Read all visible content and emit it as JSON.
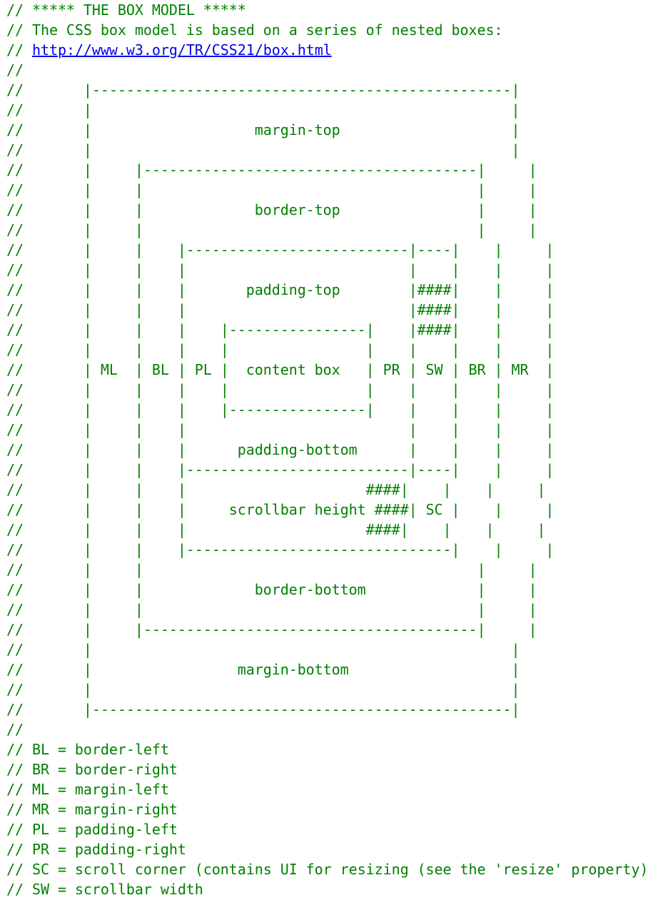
{
  "comment_prefix": "// ",
  "lines": [
    "// ***** THE BOX MODEL *****",
    "// The CSS box model is based on a series of nested boxes:",
    {
      "prefix": "// ",
      "link": "http://www.w3.org/TR/CSS21/box.html"
    },
    "//",
    "//       |-------------------------------------------------|",
    "//       |                                                 |",
    "//       |                   margin-top                    |",
    "//       |                                                 |",
    "//       |     |---------------------------------------|     |",
    "//       |     |                                       |     |",
    "//       |     |             border-top                |     |",
    "//       |     |                                       |     |",
    "//       |     |    |--------------------------|----|    |     |",
    "//       |     |    |                          |    |    |     |",
    "//       |     |    |       padding-top        |####|    |     |",
    "//       |     |    |                          |####|    |     |",
    "//       |     |    |    |----------------|    |####|    |     |",
    "//       |     |    |    |                |    |    |    |     |",
    "//       | ML  | BL | PL |  content box   | PR | SW | BR | MR  |",
    "//       |     |    |    |                |    |    |    |     |",
    "//       |     |    |    |----------------|    |    |    |     |",
    "//       |     |    |                          |    |    |     |",
    "//       |     |    |      padding-bottom      |    |    |     |",
    "//       |     |    |--------------------------|----|    |     |",
    "//       |     |    |                     ####|    |    |     |",
    "//       |     |    |     scrollbar height ####| SC |    |     |",
    "//       |     |    |                     ####|    |    |     |",
    "//       |     |    |-------------------------------|    |     |",
    "//       |     |                                       |     |",
    "//       |     |             border-bottom             |     |",
    "//       |     |                                       |     |",
    "//       |     |---------------------------------------|     |",
    "//       |                                                 |",
    "//       |                 margin-bottom                   |",
    "//       |                                                 |",
    "//       |-------------------------------------------------|",
    "//",
    "// BL = border-left",
    "// BR = border-right",
    "// ML = margin-left",
    "// MR = margin-right",
    "// PL = padding-left",
    "// PR = padding-right",
    "// SC = scroll corner (contains UI for resizing (see the 'resize' property)",
    "// SW = scrollbar width"
  ],
  "colors": {
    "comment": "#008000",
    "link": "#0000ee",
    "background": "#ffffff"
  }
}
